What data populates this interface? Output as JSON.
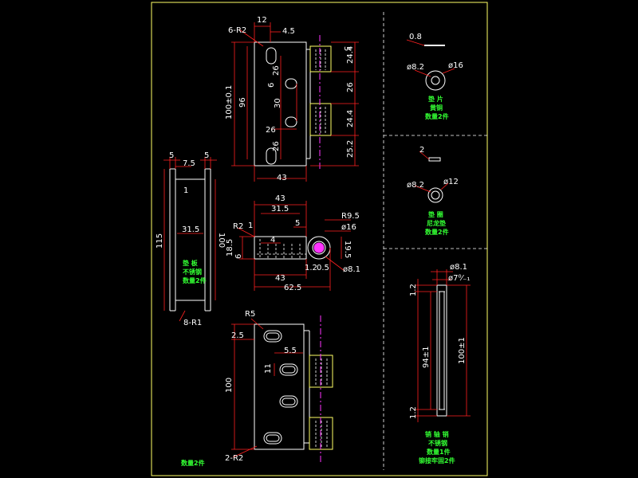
{
  "colors": {
    "background": "#000000",
    "frame": "#ffff66",
    "dimension": "#ff2020",
    "text": "#ffffff",
    "note": "#33ff33",
    "center": "#ff33ff"
  },
  "top_view": {
    "d_r2": "6-R2",
    "d_12": "12",
    "d_45": "4.5",
    "d_5": "5",
    "d_244a": "24.4",
    "d_26a": "26",
    "d_244b": "24.4",
    "d_252": "25.2",
    "d_100": "100±0.1",
    "d_96": "96",
    "d_26b": "26",
    "d_6": "6",
    "d_30": "30",
    "d_26c": "26",
    "d_26d": "26",
    "d_43": "43"
  },
  "side_view": {
    "d_5a": "5",
    "d_5b": "5",
    "d_75": "7.5",
    "d_1": "1",
    "d_315": "31.5",
    "d_115": "115",
    "d_100": "100",
    "d_8r1": "8-R1",
    "note1": "垫 板",
    "note2": "不锈钢",
    "note3": "数量2件"
  },
  "mid_view": {
    "d_43a": "43",
    "d_315": "31.5",
    "d_r2": "R2",
    "d_1": "1",
    "d_5": "5",
    "d_r95": "R9.5",
    "d_16": "ø16",
    "d_4": "4",
    "d_185": "18.5",
    "d_6": "6",
    "d_195": "19.5",
    "d_12": "1.2",
    "d_05": "0.5",
    "d_81": "ø8.1",
    "d_43b": "43",
    "d_625": "62.5"
  },
  "bottom_view": {
    "d_r5": "R5",
    "d_25": "2.5",
    "d_55": "5.5",
    "d_11": "11",
    "d_100": "100",
    "d_2r2": "2-R2",
    "note": "数量2件"
  },
  "washer1": {
    "d_08": "0.8",
    "d_82": "ø8.2",
    "d_16": "ø16",
    "note1": "垫 片",
    "note2": "黄铜",
    "note3": "数量2件"
  },
  "washer2": {
    "d_2": "2",
    "d_82": "ø8.2",
    "d_12": "ø12",
    "note1": "垫 圈",
    "note2": "尼龙垫",
    "note3": "数量2件"
  },
  "pin": {
    "d_81": "ø8.1",
    "d_7": "ø7⁰⁄₋₁",
    "d_12a": "1.2",
    "d_94": "94±1",
    "d_100": "100±1",
    "d_12b": "1.2",
    "note1": "销 轴 销",
    "note2": "不锈钢",
    "note3": "数量1件",
    "note4": "铆接牢固2件"
  }
}
